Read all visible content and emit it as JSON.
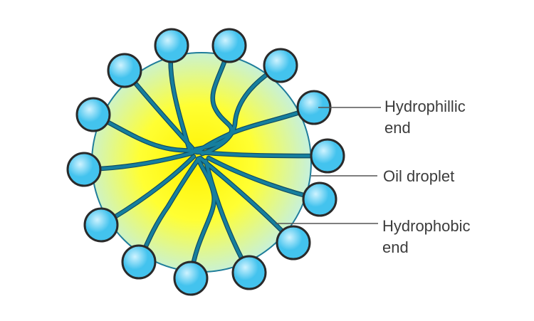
{
  "diagram": {
    "type": "micelle",
    "labels": {
      "hydrophilic": {
        "line1": "Hydrophillic",
        "line2": "end"
      },
      "oil": {
        "line1": "Oil droplet"
      },
      "hydrophobic": {
        "line1": "Hydrophobic",
        "line2": "end"
      }
    },
    "colors": {
      "droplet_center": "#fff200",
      "droplet_mid": "#ffff33",
      "droplet_edge": "#bfeff2",
      "droplet_outline": "#1f7d9a",
      "tail": "#167f9e",
      "tail_outline": "#0f4c63",
      "head_fill": "#43c3ee",
      "head_highlight": "#cff3ff",
      "head_outline": "#2a2a2a",
      "leader_line": "#555555",
      "text": "#3c3c3c"
    }
  }
}
